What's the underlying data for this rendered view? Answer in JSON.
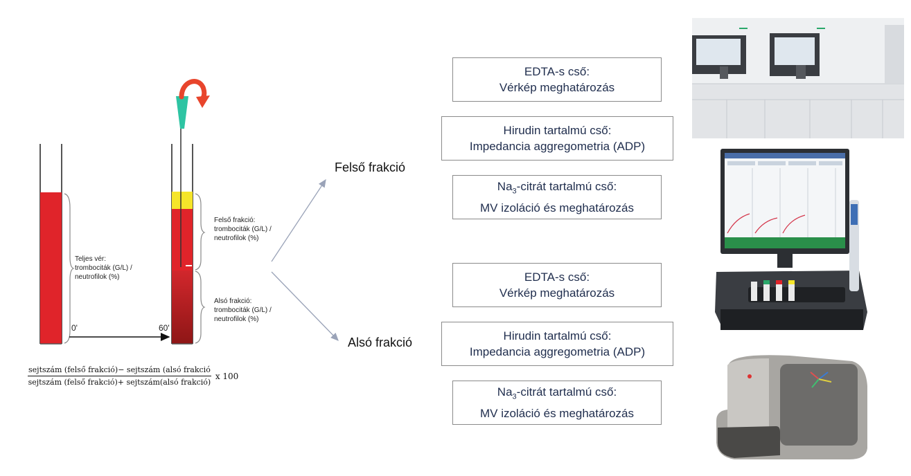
{
  "tubes": {
    "whole_blood_label": [
      "Teljes vér:",
      "trombociták (G/L) /",
      "neutrofilok (%)"
    ],
    "upper_fraction_label": [
      "Felső frakció:",
      "trombociták (G/L) /",
      "neutrofilok (%)"
    ],
    "lower_fraction_label": [
      "Alsó frakció:",
      "trombociták (G/L) /",
      "neutrofilok (%)"
    ],
    "time_start": "0'",
    "time_end": "60'"
  },
  "formula": {
    "numerator": "sejtszám (felső frakció)− sejtszám (alsó frakció",
    "denominator": "sejtszám (felső frakció)+ sejtszám(alsó frakció)",
    "multiplier": "x 100"
  },
  "branches": {
    "upper": "Felső frakció",
    "lower": "Alsó frakció"
  },
  "upper_boxes": [
    {
      "line1": "EDTA-s cső:",
      "line2": "Vérkép meghatározás"
    },
    {
      "line1": "Hirudin tartalmú cső:",
      "line2": "Impedancia aggregometria (ADP)"
    },
    {
      "line1_prefix": "Na",
      "line1_sub": "3",
      "line1_suffix": "-citrát tartalmú cső:",
      "line2": "MV izoláció és meghatározás"
    }
  ],
  "lower_boxes": [
    {
      "line1": "EDTA-s cső:",
      "line2": "Vérkép meghatározás"
    },
    {
      "line1": "Hirudin tartalmú cső:",
      "line2": "Impedancia aggregometria (ADP)"
    },
    {
      "line1_prefix": "Na",
      "line1_sub": "3",
      "line1_suffix": "-citrát tartalmú cső:",
      "line2": "MV izoláció és meghatározás"
    }
  ],
  "devices": [
    "hematology-analyzer-image",
    "impedance-aggregometer-image",
    "flow-cytometer-image"
  ],
  "colors": {
    "blood_red": "#e0242a",
    "plasma_yellow": "#f5e52a",
    "pipette_teal": "#2ec4a3",
    "rotate_arrow": "#e8452c",
    "arrow_line": "#9aa3b8",
    "box_text": "#1f2d4d"
  }
}
